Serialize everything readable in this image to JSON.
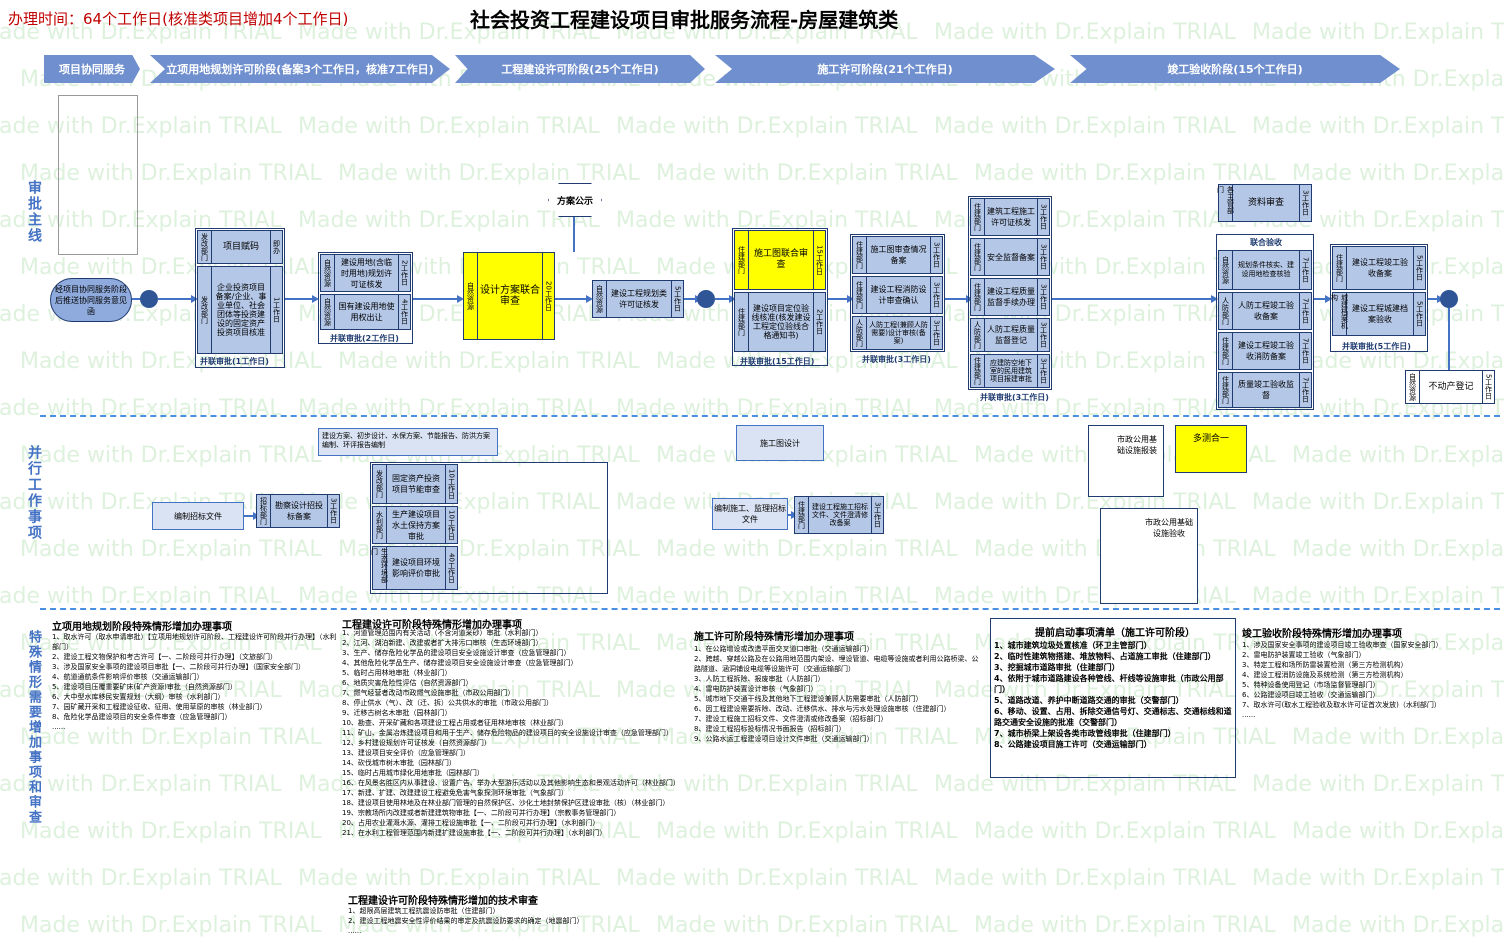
{
  "header": {
    "time": "办理时间：64个工作日(核准类项目增加4个工作日)",
    "title": "社会投资工程建设项目审批服务流程-房屋建筑类"
  },
  "stages": [
    {
      "label": "项目协同服务"
    },
    {
      "label": "立项用地规划许可阶段(备案3个工作日，核准7工作日)"
    },
    {
      "label": "工程建设许可阶段(25个工作日)"
    },
    {
      "label": "施工许可阶段(21个工作日)"
    },
    {
      "label": "竣工验收阶段(15个工作日)"
    }
  ],
  "lanes": {
    "main": "审批主线",
    "parallel": "并行工作事项",
    "special": "特殊情形需要增加事项和审查"
  },
  "start": "经项目协同服务阶段后推送协同服务意见函",
  "stage1": {
    "box1": {
      "dept": "发改部门",
      "name": "项目赋码",
      "days": "即办"
    },
    "box2": {
      "dept": "发改部门",
      "name": "企业投资项目备案/企业、事业单位、社会团体等投资建设的固定资产投资项目核准",
      "days": "1工作日"
    },
    "group_label": "并联审批(1工作日)",
    "box3": {
      "dept": "自然资源",
      "name": "建设用地(含临时用地)规划许可证核发",
      "days": "2工作日"
    },
    "box4": {
      "dept": "自然资源",
      "name": "国有建设用地使用权出让",
      "days": "4工作日"
    },
    "group2_label": "并联审批(2工作日)"
  },
  "stage2": {
    "publicity": "方案公示",
    "box1": {
      "dept": "自然资源",
      "name": "设计方案联合审查",
      "days": "20工作日"
    },
    "box2": {
      "dept": "自然资源",
      "name": "建设工程规划类许可证核发",
      "days": "5工作日"
    }
  },
  "stage3": {
    "box1": {
      "dept": "住建部门",
      "name": "施工图联合审查",
      "days": "15工作日"
    },
    "box2": {
      "dept": "住建部门",
      "name": "建设项目定位验线核准(核发建设工程定位验线合格通知书)",
      "days": "2工作日"
    },
    "group_label": "并联审批(15工作日)",
    "box3": {
      "dept": "住建部门",
      "name": "施工图审查情况备案",
      "days": "3工作日"
    },
    "box4": {
      "dept": "住建部门",
      "name": "建设工程消防设计审查确认",
      "days": "3工作日"
    },
    "box5": {
      "dept": "人防部门",
      "name": "人防工程(兼顾人防需要)设计审核(备案)",
      "days": "3工作日"
    },
    "group2_label": "并联审批(3工作日)",
    "box6": {
      "dept": "住建部门",
      "name": "建筑工程施工许可证核发",
      "days": "3工作日"
    },
    "box7": {
      "dept": "住建部门",
      "name": "安全监督备案",
      "days": "3工作日"
    },
    "box8": {
      "dept": "住建部门",
      "name": "建设工程质量监督手续办理",
      "days": "3工作日"
    },
    "box9": {
      "dept": "人防部门",
      "name": "人防工程质量监督登记",
      "days": "3工作日"
    },
    "box10": {
      "dept": "住建部门",
      "name": "应建防空地下室的民用建筑项目报建审批",
      "days": "3工作日"
    },
    "group3_label": "并联审批(3工作日)"
  },
  "stage4": {
    "box1": {
      "dept": "各主管部门",
      "name": "资料审查",
      "days": "3工作日"
    },
    "joint": "联合验收",
    "box2": {
      "dept": "自然资源",
      "name": "规划条件核实、建设用地检查核验",
      "days": "7工作日"
    },
    "box3": {
      "dept": "人防部门",
      "name": "人防工程竣工验收备案",
      "days": "7工作日"
    },
    "box4": {
      "dept": "住建部门",
      "name": "建设工程竣工验收消防备案",
      "days": "7工作日"
    },
    "box5": {
      "dept": "住建部门",
      "name": "质量竣工验收监督",
      "days": "7工作日"
    },
    "box6": {
      "dept": "住建部门",
      "name": "建设工程竣工验收备案",
      "days": "5工作日"
    },
    "box7": {
      "dept": "城建档案机构",
      "name": "建设工程城建档案验收",
      "days": "5工作日"
    },
    "group_label": "并联审批(5工作日)",
    "box8": {
      "dept": "自然资源",
      "name": "不动产登记",
      "days": "5工作日"
    },
    "survey": "多测合一"
  },
  "parallel": {
    "p1": "建设方案、初步设计、水保方案、节能报告、防洪方案编制、环评报告编制",
    "p2": "编制招标文件",
    "p3": {
      "dept": "招标部门",
      "name": "勘察设计招投标备案",
      "days": "3工作日"
    },
    "p4": {
      "dept": "发改部门",
      "name": "固定资产投资项目节能审查",
      "days": "10工作日"
    },
    "p5": {
      "dept": "水利部门",
      "name": "生产建设项目水土保持方案审批",
      "days": "10工作日"
    },
    "p6": {
      "dept": "生态环境部门",
      "name": "建设项目环境影响评价审批",
      "days": "40工作日"
    },
    "p7": "施工图设计",
    "p8": "编制施工、监理招标文件",
    "p9": {
      "dept": "住建部门",
      "name": "建设工程施工招标文件、文件澄清修改备案",
      "days": "3工作日"
    },
    "p10": "市政公用基础设施报装",
    "p11": "市政公用基础设施验收"
  },
  "special": {
    "s1_title": "立项用地规划阶段特殊情形增加办理事项",
    "s1_items": [
      "1、取水许可（取水申请审批）【立项用地规划许可阶段、工程建设许可阶段并行办理】（水利部门）",
      "2、建设工程文物保护和考古许可【一、二阶段可并行办理】（文旅部门）",
      "3、涉及国家安全事项的建设项目审批【一、二阶段可并行办理】（国家安全部门）",
      "4、航道通航条件影响评价审核（交通运输部门）",
      "5、建设项目压覆重要矿床(矿产资源)审批（自然资源部门）",
      "6、大中型水库移民安置规划（大纲）审核（水利部门）",
      "7、园矿藏开采和工程建设征收、征用、使用草原的审核（林业部门）",
      "8、危险化学品建设项目的安全条件审查（应急管理部门）",
      "......"
    ],
    "s2_title": "工程建设许可阶段特殊情形增加办理事项",
    "s2_items": [
      "1、河道管理范围内有关活动（不含河道采砂）审批（水利部门）",
      "2、江河、湖泊新建、改建或者扩大排污口审核（生态环境部门）",
      "3、生产、储存危险化学品的建设项目安全设施设计审查（应急管理部门）",
      "4、其他危险化学品生产、储存建设项目安全设施设计审查（应急管理部门）",
      "5、临时占用林地审批（林业部门）",
      "6、地质灾害危险性评估（自然资源部门）",
      "7、燃气经营者改动市政燃气设施审批（市政公用部门）",
      "8、停止供水（气）、改（迁、拆）公共供水的审批（市政公用部门）",
      "9、迁移古树名木审批（园林部门）",
      "10、勘查、开采矿藏和各项建设工程占用或者征用林地审核（林业部门）",
      "11、矿山、金属冶炼建设项目和用于生产、储存危险物品的建设项目的安全设施设计审查（应急管理部门）",
      "12、乡村建设规划许可证核发（自然资源部门）",
      "13、建设项目安全评价（应急管理部门）",
      "14、砍伐城市树木审批（园林部门）",
      "15、临时占用城市绿化用地审批（园林部门）",
      "16、在风景名胜区内从事建设、设置广告、举办大型游乐活动以及其他影响生态和景观活动许可（林业部门）",
      "17、新建、扩建、改建建设工程避免危害气象探测环境审批（气象部门）",
      "18、建设项目使用林地及在林业部门管理的自然保护区、沙化土地封禁保护区建设审批（核）（林业部门）",
      "19、宗教场所内改建或者新建建筑物审批【一、二阶段可并行办理】（宗教事务管理部门）",
      "20、占用农业灌溉水源、灌排工程设施审批【一、二阶段可并行办理】（水利部门）",
      "21、在水利工程管理范围内新建扩建设施审批【一、二阶段可并行办理】（水利部门）"
    ],
    "s3_title": "工程建设许可阶段特殊情形增加的技术审查",
    "s3_items": [
      "1、超限高层建筑工程抗震设防审批（住建部门）",
      "2、建设工程地震安全性评价结果的审定及抗震设防要求的确定（地震部门）",
      "......"
    ],
    "s4_title": "施工许可阶段特殊情形增加办理事项",
    "s4_items": [
      "1、在公路增设或改造平面交叉道口审批（交通运输部门）",
      "2、跨越、穿越公路及在公路用地范围内架设、埋设管道、电缆等设施或者利用公路桥梁、公路隧道、涵洞铺设电缆等设施许可（交通运输部门）",
      "3、人防工程拆除、报废审批（人防部门）",
      "4、雷电防护装置设计审核（气象部门）",
      "5、城市地下交通干线及其他地下工程建设兼顾人防需要审批（人防部门）",
      "6、因工程建设需要拆除、改动、迁移供水、排水与污水处理设施审核（住建部门）",
      "7、建设工程施工招标文件、文件澄清或修改备案（招标部门）",
      "8、建设工程招标投标情况书面报告（招标部门）",
      "9、公路水运工程建设项目设计文件审批（交通运输部门）"
    ],
    "s5_title": "提前启动事项清单（施工许可阶段）",
    "s5_items": [
      "1、城市建筑垃圾处置核准（环卫主管部门）",
      "2、临时性建筑物搭建、堆放物料、占道施工审批（住建部门）",
      "3、挖掘城市道路审批（住建部门）",
      "4、依附于城市道路建设各种管线、杆线等设施审批（市政公用部门）",
      "5、道路改道、养护中断道路交通的审批（交警部门）",
      "6、移动、设置、占用、拆除交通信号灯、交通标志、交通标线和道路交通安全设施的批准（交警部门）",
      "7、城市桥梁上架设各类市政管线审批（住建部门）",
      "8、公路建设项目施工许可（交通运输部门）"
    ],
    "s6_title": "竣工验收阶段特殊情形增加办理事项",
    "s6_items": [
      "1、涉及国家安全事项的建设项目竣工验收审查（国家安全部门）",
      "2、雷电防护装置竣工验收（气象部门）",
      "3、特定工程和场所防雷装置检测（第三方检测机构）",
      "4、建设工程消防设施及系统检测（第三方检测机构）",
      "5、特种设备使用登记（市场监督管理部门）",
      "6、公路建设项目竣工验收（交通运输部门）",
      "7、取水许可(取水工程验收及取水许可证首次发放)（水利部门）",
      "......"
    ]
  },
  "watermark": "Made with Dr.Explain TRIAL"
}
